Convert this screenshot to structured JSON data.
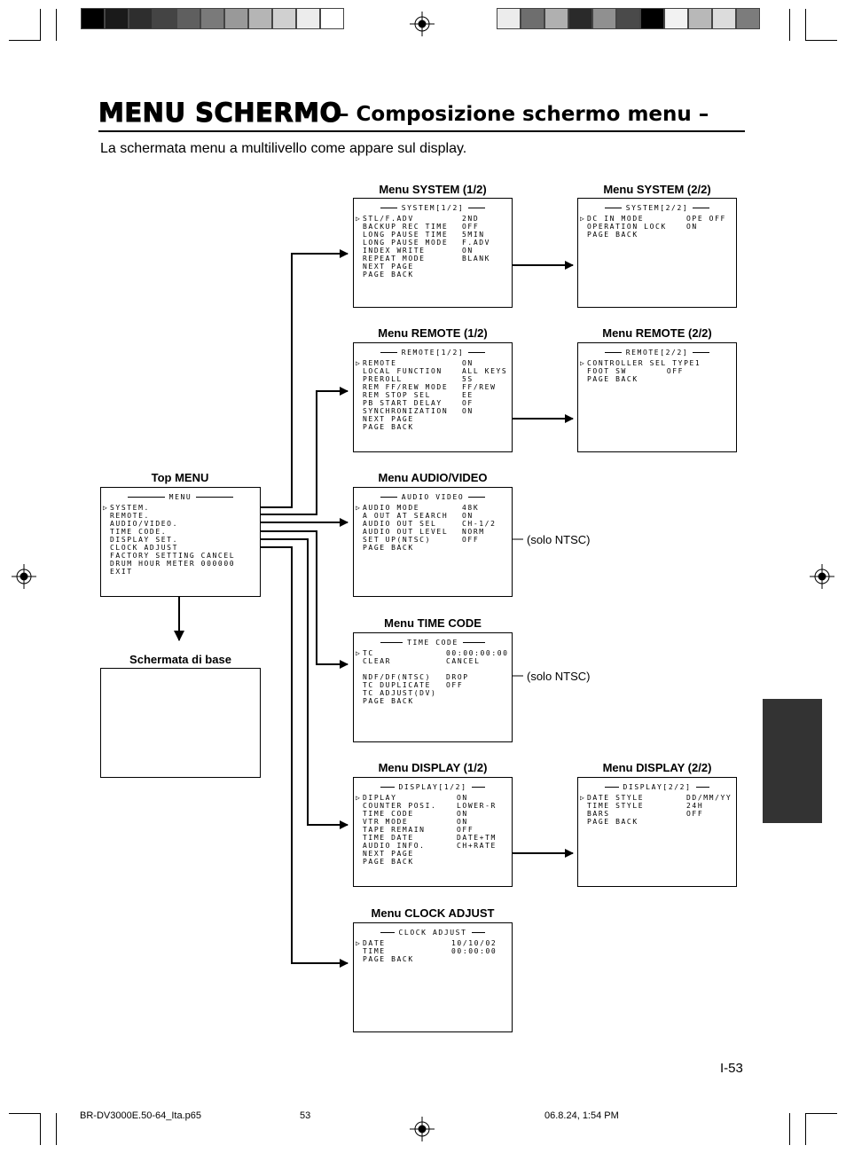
{
  "header": {
    "title": "MENU SCHERMO",
    "subtitle": "– Composizione schermo menu –",
    "intro": "La schermata menu a multilivello come appare sul display."
  },
  "colors": {
    "bar_left": [
      "#000000",
      "#1a1a1a",
      "#2e2e2e",
      "#444444",
      "#5f5f5f",
      "#7a7a7a",
      "#999999",
      "#b5b5b5",
      "#d0d0d0",
      "#ececec",
      "#ffffff"
    ],
    "bar_right": [
      "#ececec",
      "#6e6e6e",
      "#b0b0b0",
      "#2a2a2a",
      "#909090",
      "#4a4a4a",
      "#000000",
      "#f2f2f2",
      "#b8b8b8",
      "#dcdcdc",
      "#7c7c7c"
    ],
    "side_tab": "#333333"
  },
  "screens": {
    "system1": {
      "caption": "Menu SYSTEM (1/2)",
      "title": "SYSTEM[1/2]",
      "rows": [
        [
          "STL/F.ADV",
          "2ND"
        ],
        [
          "BACKUP REC TIME",
          "OFF"
        ],
        [
          "LONG PAUSE TIME",
          "5MIN"
        ],
        [
          "LONG PAUSE MODE",
          "F.ADV"
        ],
        [
          "INDEX WRITE",
          "ON"
        ],
        [
          "REPEAT MODE",
          "BLANK"
        ],
        [
          "NEXT PAGE",
          ""
        ],
        [
          "PAGE BACK",
          ""
        ]
      ]
    },
    "system2": {
      "caption": "Menu SYSTEM (2/2)",
      "title": "SYSTEM[2/2]",
      "rows": [
        [
          "DC IN MODE",
          "OPE OFF"
        ],
        [
          "OPERATION LOCK",
          "ON"
        ],
        [
          "PAGE BACK",
          ""
        ]
      ]
    },
    "remote1": {
      "caption": "Menu REMOTE (1/2)",
      "title": "REMOTE[1/2]",
      "rows": [
        [
          "REMOTE",
          "ON"
        ],
        [
          "LOCAL FUNCTION",
          "ALL KEYS"
        ],
        [
          "PREROLL",
          "5S"
        ],
        [
          "REM FF/REW MODE",
          "FF/REW"
        ],
        [
          "REM STOP SEL",
          "EE"
        ],
        [
          "PB START DELAY",
          "OF"
        ],
        [
          "SYNCHRONIZATION",
          "ON"
        ],
        [
          "NEXT PAGE",
          ""
        ],
        [
          "PAGE BACK",
          ""
        ]
      ]
    },
    "remote2": {
      "caption": "Menu REMOTE (2/2)",
      "title": "REMOTE[2/2]",
      "rows": [
        [
          "CONTROLLER SEL TYPE1",
          ""
        ],
        [
          "FOOT SW       OFF",
          ""
        ],
        [
          "PAGE BACK",
          ""
        ]
      ]
    },
    "top": {
      "caption": "Top MENU",
      "title": "MENU",
      "rows": [
        [
          "SYSTEM.",
          ""
        ],
        [
          "REMOTE.",
          ""
        ],
        [
          "AUDIO/VIDEO.",
          ""
        ],
        [
          "TIME CODE.",
          ""
        ],
        [
          "DISPLAY SET.",
          ""
        ],
        [
          "CLOCK ADJUST",
          ""
        ],
        [
          "FACTORY SETTING CANCEL",
          ""
        ],
        [
          "DRUM HOUR METER 000000",
          ""
        ],
        [
          "EXIT",
          ""
        ]
      ]
    },
    "audio": {
      "caption": "Menu AUDIO/VIDEO",
      "title": "AUDIO VIDEO",
      "rows": [
        [
          "AUDIO MODE",
          "48K"
        ],
        [
          "A OUT AT SEARCH",
          "ON"
        ],
        [
          "AUDIO OUT SEL",
          "CH-1/2"
        ],
        [
          "AUDIO OUT LEVEL",
          "NORM"
        ],
        [
          "SET UP(NTSC)",
          "OFF"
        ],
        [
          "PAGE BACK",
          ""
        ]
      ]
    },
    "timecode": {
      "caption": "Menu TIME CODE",
      "title": "TIME CODE",
      "rows": [
        [
          "TC",
          "00:00:00:00"
        ],
        [
          "CLEAR",
          "CANCEL"
        ],
        [
          "",
          ""
        ],
        [
          "NDF/DF(NTSC)",
          "DROP"
        ],
        [
          "TC DUPLICATE",
          "OFF"
        ],
        [
          "TC ADJUST(DV)",
          ""
        ],
        [
          "PAGE BACK",
          ""
        ]
      ]
    },
    "display1": {
      "caption": "Menu DISPLAY (1/2)",
      "title": "DISPLAY[1/2]",
      "rows": [
        [
          "DIPLAY",
          "ON"
        ],
        [
          "COUNTER POSI.",
          "LOWER-R"
        ],
        [
          "TIME CODE",
          "ON"
        ],
        [
          "VTR MODE",
          "ON"
        ],
        [
          "TAPE REMAIN",
          "OFF"
        ],
        [
          "TIME DATE",
          "DATE+TM"
        ],
        [
          "AUDIO INFO.",
          "CH+RATE"
        ],
        [
          "NEXT PAGE",
          ""
        ],
        [
          "PAGE BACK",
          ""
        ]
      ]
    },
    "display2": {
      "caption": "Menu DISPLAY (2/2)",
      "title": "DISPLAY[2/2]",
      "rows": [
        [
          "DATE STYLE",
          "DD/MM/YY"
        ],
        [
          "TIME STYLE",
          "24H"
        ],
        [
          "BARS",
          "OFF"
        ],
        [
          "PAGE BACK",
          ""
        ]
      ]
    },
    "clock": {
      "caption": "Menu CLOCK ADJUST",
      "title": "CLOCK ADJUST",
      "rows": [
        [
          "DATE",
          "10/10/02"
        ],
        [
          "TIME",
          "00:00:00"
        ],
        [
          "PAGE BACK",
          ""
        ]
      ]
    },
    "base": {
      "caption": "Schermata di base"
    }
  },
  "notes": {
    "ntsc_audio": "(solo NTSC)",
    "ntsc_tc": "(solo NTSC)"
  },
  "page_number": "I-53",
  "footer": {
    "file": "BR-DV3000E.50-64_Ita.p65",
    "page": "53",
    "date": "06.8.24, 1:54 PM"
  }
}
